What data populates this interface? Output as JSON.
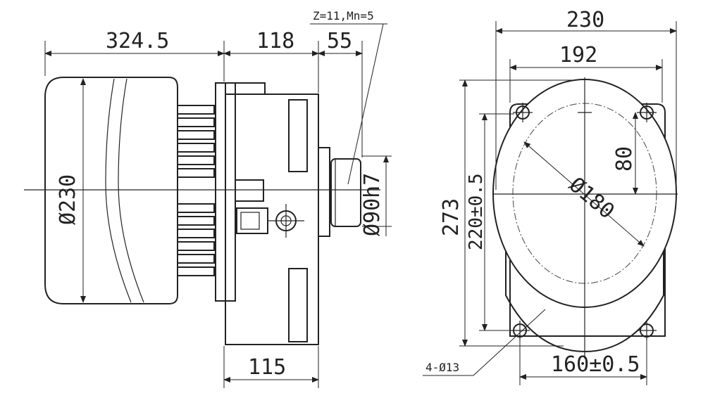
{
  "side_view": {
    "dim_length_total": "324.5",
    "dim_body": "118",
    "dim_shaft": "55",
    "gear_spec": "Z=11,Mn=5",
    "dia_main": "Ø230",
    "dia_shaft": "Ø90h7",
    "dim_bottom": "115"
  },
  "front_view": {
    "dim_width_total": "230",
    "dim_width_inner": "192",
    "dim_height_total": "273",
    "dim_height_holes": "220±0.5",
    "dim_offset": "80",
    "dia_circle": "Ø180",
    "hole_spec": "4-Ø13",
    "dim_base_holes": "160±0.5"
  }
}
